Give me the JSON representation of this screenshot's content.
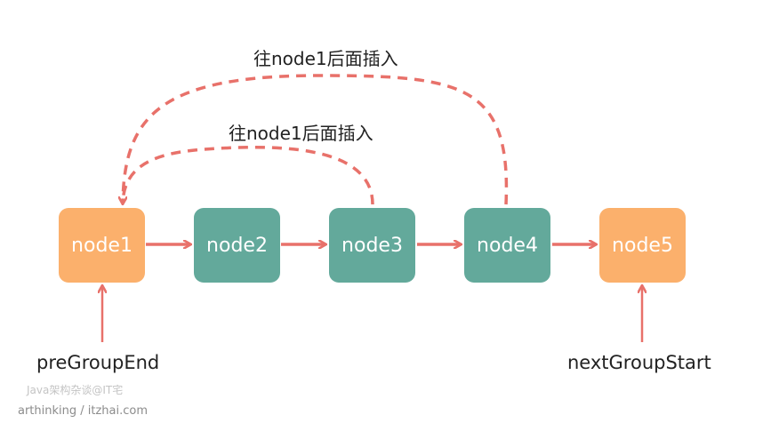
{
  "diagram": {
    "nodes": [
      {
        "id": "node1",
        "label": "node1",
        "color": "#fbb06c"
      },
      {
        "id": "node2",
        "label": "node2",
        "color": "#63a99b"
      },
      {
        "id": "node3",
        "label": "node3",
        "color": "#63a99b"
      },
      {
        "id": "node4",
        "label": "node4",
        "color": "#63a99b"
      },
      {
        "id": "node5",
        "label": "node5",
        "color": "#fbb06c"
      }
    ],
    "edges": [
      {
        "from": "node1",
        "to": "node2",
        "style": "solid"
      },
      {
        "from": "node2",
        "to": "node3",
        "style": "solid"
      },
      {
        "from": "node3",
        "to": "node4",
        "style": "solid"
      },
      {
        "from": "node4",
        "to": "node5",
        "style": "solid"
      },
      {
        "from": "node3",
        "to": "node1",
        "style": "dashed",
        "label": "往node1后面插入"
      },
      {
        "from": "node4",
        "to": "node1",
        "style": "dashed",
        "label": "往node1后面插入"
      }
    ],
    "pointers": {
      "pre_group_end": {
        "label": "preGroupEnd",
        "target": "node1"
      },
      "next_group_start": {
        "label": "nextGroupStart",
        "target": "node5"
      }
    },
    "arrow_color": "#e8716a",
    "watermark": {
      "line1": "Java架构杂谈@IT宅",
      "line2": "arthinking / itzhai.com"
    }
  }
}
